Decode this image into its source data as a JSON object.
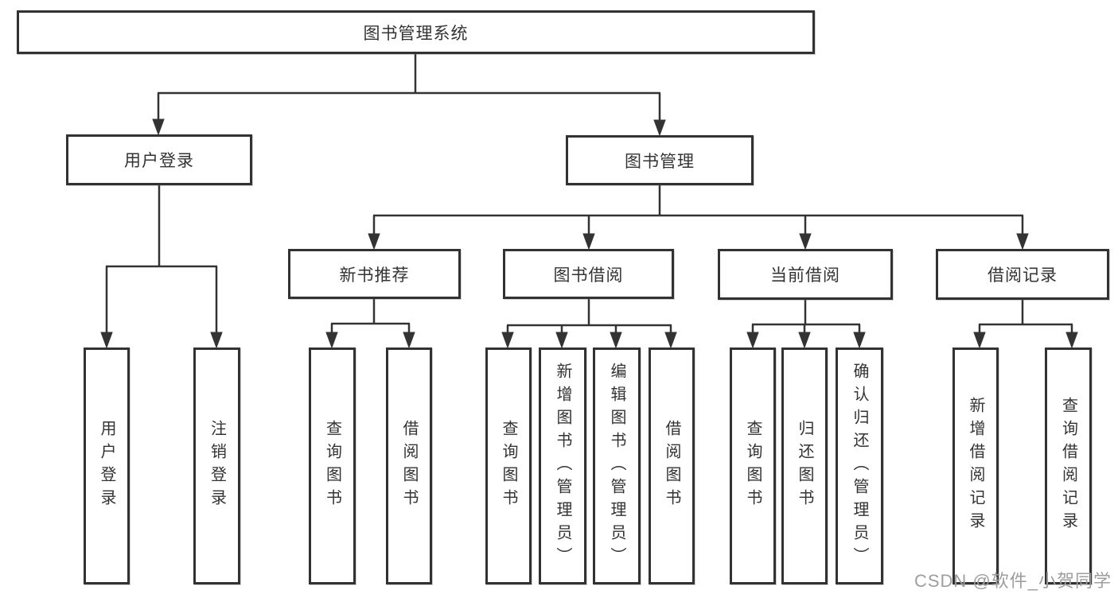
{
  "diagram": {
    "title": "图书管理系统",
    "branches": [
      {
        "label": "用户登录",
        "children": [
          {
            "label": "用户登录"
          },
          {
            "label": "注销登录"
          }
        ]
      },
      {
        "label": "图书管理",
        "groups": [
          {
            "label": "新书推荐",
            "children": [
              {
                "label": "查询图书"
              },
              {
                "label": "借阅图书"
              }
            ]
          },
          {
            "label": "图书借阅",
            "children": [
              {
                "label": "查询图书"
              },
              {
                "label": "新增图书（管理员）"
              },
              {
                "label": "编辑图书（管理员）"
              },
              {
                "label": "借阅图书"
              }
            ]
          },
          {
            "label": "当前借阅",
            "children": [
              {
                "label": "查询图书"
              },
              {
                "label": "归还图书"
              },
              {
                "label": "确认归还（管理员）"
              }
            ]
          },
          {
            "label": "借阅记录",
            "children": [
              {
                "label": "新增借阅记录"
              },
              {
                "label": "查询借阅记录"
              }
            ]
          }
        ]
      }
    ],
    "watermark": "CSDN @软件_小贺同学"
  },
  "colors": {
    "line": "#333333",
    "text": "#333333",
    "background": "#ffffff",
    "watermark": "#9e9e9e"
  }
}
